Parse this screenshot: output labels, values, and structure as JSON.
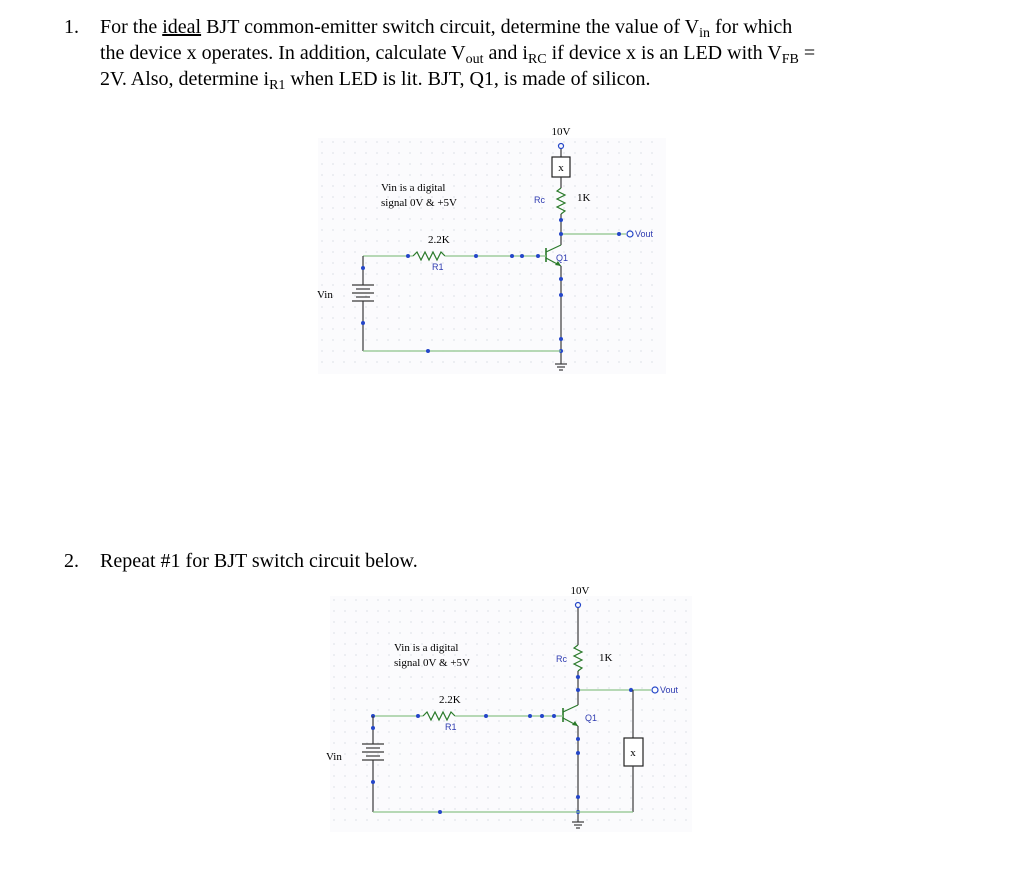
{
  "q1": {
    "number": "1.",
    "line1_a": "For the ",
    "line1_ideal": "ideal",
    "line1_b": " BJT common-emitter switch circuit, determine the value of V",
    "line1_sub": "in",
    "line1_c": " for which",
    "line2_a": "the device x operates. In addition, calculate V",
    "line2_sub1": "out",
    "line2_b": " and i",
    "line2_sub2": "RC",
    "line2_c": " if device x is an LED with V",
    "line2_sub3": "FB",
    "line2_d": " =",
    "line3_a": "2V. Also, determine i",
    "line3_sub": "R1",
    "line3_b": " when LED is lit. BJT, Q1, is made of silicon."
  },
  "q2": {
    "number": "2.",
    "text": "Repeat #1 for BJT switch circuit below."
  },
  "circuit1": {
    "supply": "10V",
    "device": "x",
    "rc_label": "Rc",
    "rc_value": "1K",
    "vout": "Vout",
    "note_line1": "Vin is a digital",
    "note_line2": "signal 0V & +5V",
    "r1_value": "2.2K",
    "r1_label": "R1",
    "q1_label": "Q1",
    "vin": "Vin"
  },
  "circuit2": {
    "supply": "10V",
    "device": "x",
    "rc_label": "Rc",
    "rc_value": "1K",
    "vout": "Vout",
    "note_line1": "Vin is a digital",
    "note_line2": "signal 0V & +5V",
    "r1_value": "2.2K",
    "r1_label": "R1",
    "q1_label": "Q1",
    "vin": "Vin"
  },
  "colors": {
    "wire_green": "#8cc48a",
    "wire_dark": "#3a3a3a",
    "node_blue": "#2446c8",
    "label_blue": "#2d3ab0",
    "grid": "#c8cdd6"
  }
}
